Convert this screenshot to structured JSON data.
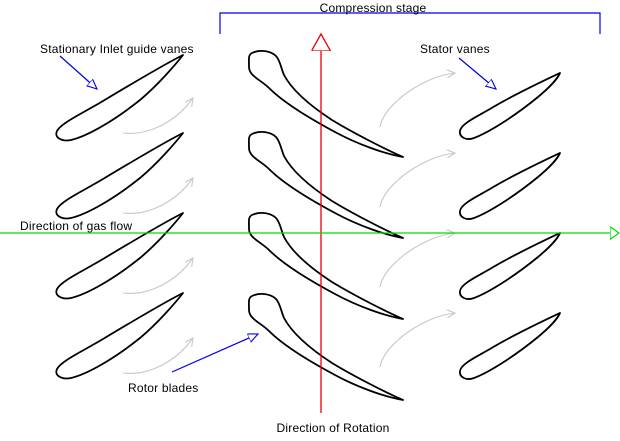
{
  "diagram": {
    "title": "Compression stage",
    "labels": {
      "inlet_guide_vanes": "Stationary Inlet guide vanes",
      "stator_vanes": "Stator vanes",
      "gas_flow": "Direction of gas flow",
      "rotor_blades": "Rotor blades",
      "rotation": "Direction of Rotation"
    },
    "structure": {
      "blade_rows": [
        {
          "name": "stationary-inlet-guide-vanes",
          "count": 4
        },
        {
          "name": "rotor-blades",
          "count": 4
        },
        {
          "name": "stator-vanes",
          "count": 4
        }
      ],
      "flow_hint_arrows": {
        "between_igv_and_rotor": 4,
        "between_rotor_and_stator": 4
      }
    },
    "colors": {
      "blade": "#000000",
      "annotation_arrow": "#0000e6",
      "rotation_arrow": "#ee0000",
      "gas_flow_arrow": "#00dd00",
      "flow_hint_arrow": "#c8c8c8",
      "bracket": "#0000e6",
      "background": "#ffffff"
    }
  }
}
